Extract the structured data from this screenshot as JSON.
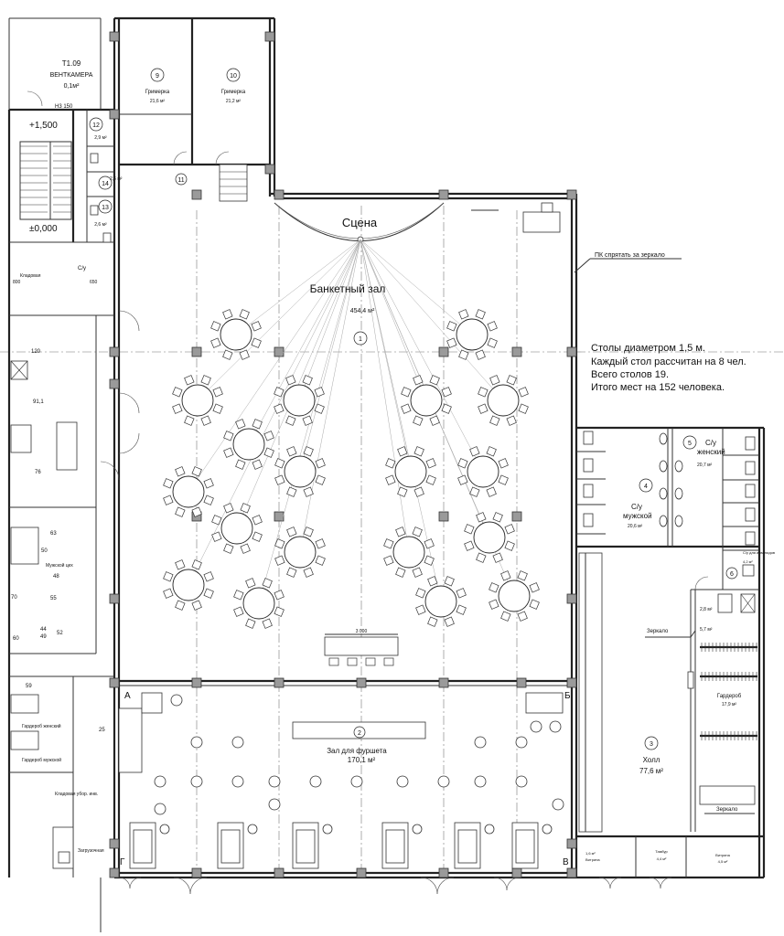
{
  "rooms": {
    "stage": "Сцена",
    "banquet_hall": {
      "name": "Банкетный зал",
      "area": "454,4 м²",
      "number": "1"
    },
    "buffet_hall": {
      "name": "Зал для фуршета",
      "area": "170,1 м²",
      "number": "2"
    },
    "hall": {
      "name": "Холл",
      "area": "77,6 м²",
      "number": "3"
    },
    "wc_male": {
      "name_line1": "С/у",
      "name_line2": "мужской",
      "area": "20,6 м²",
      "number": "4"
    },
    "wc_female": {
      "name_line1": "С/у",
      "name_line2": "женский",
      "area": "20,7 м²",
      "number": "5"
    },
    "wardrobe": {
      "name": "Гардероб",
      "area": "17,9 м²"
    },
    "dressing_9": {
      "name": "Гримерка",
      "area": "21,6 м²",
      "number": "9"
    },
    "dressing_10": {
      "name": "Гримерка",
      "area": "21,2 м²",
      "number": "10"
    },
    "room_12": {
      "number": "12",
      "area": "2,9 м²"
    },
    "room_13": {
      "number": "13",
      "area": "2,6 м²"
    },
    "room_14": {
      "number": "14",
      "area": "2,6 м²"
    },
    "room_11": {
      "number": "11"
    },
    "room_6": {
      "number": "6"
    },
    "ventkamera": {
      "code": "Т1.09",
      "name": "ВЕНТКАМЕРА",
      "area": "0,1м²"
    },
    "vestibule": {
      "name": "Тамбур",
      "area": "4,4 м²"
    },
    "showcase_left": {
      "name": "Витрина",
      "area": "1,6 м²"
    },
    "showcase_right": {
      "name": "Витрина",
      "area": "4,5 м²"
    },
    "wc_disabled": {
      "name": "С/у для инвалидов",
      "area": "4,2 м²"
    },
    "area_small": "2,8 м²",
    "area_57": "5,7 м²",
    "pantry_left": "Кладовая",
    "garderob_left": "Гардероб"
  },
  "notes": {
    "tables_lines": [
      "Столы диаметром 1,5 м.",
      "Каждый стол рассчитан на 8 чел.",
      "Всего столов 19.",
      "Итого мест на 152 человека."
    ],
    "pk_note": "ПК спрятать за зеркало",
    "mirror_1": "Зеркало",
    "mirror_2": "Зеркало",
    "dim_3000": "3 000"
  },
  "axes": {
    "a": "А",
    "b": "Б",
    "v": "В",
    "g": "Г"
  },
  "left_block": {
    "level_1500": "+1,500",
    "level_000": "±0,000",
    "n150": "Н3 150",
    "w800": "800",
    "w650": "650",
    "c_u": "С/у",
    "n91": "91,1",
    "n120": "120",
    "n76": "76",
    "men_room": "Мужской цех",
    "n48": "48",
    "n63": "63",
    "n60": "60",
    "n50": "50",
    "n70": "70",
    "n55": "55",
    "n44": "44",
    "n49": "49",
    "n52": "52",
    "n59": "59",
    "n25": "25",
    "garderob_women": "Гардероб женский",
    "garderob_men": "Гардероб мужской",
    "storage_uborka": "Кладовая убор. инв.",
    "zagruzochnaya": "Загрузочная"
  },
  "tables_count": 19,
  "chairs_per_table": 8
}
